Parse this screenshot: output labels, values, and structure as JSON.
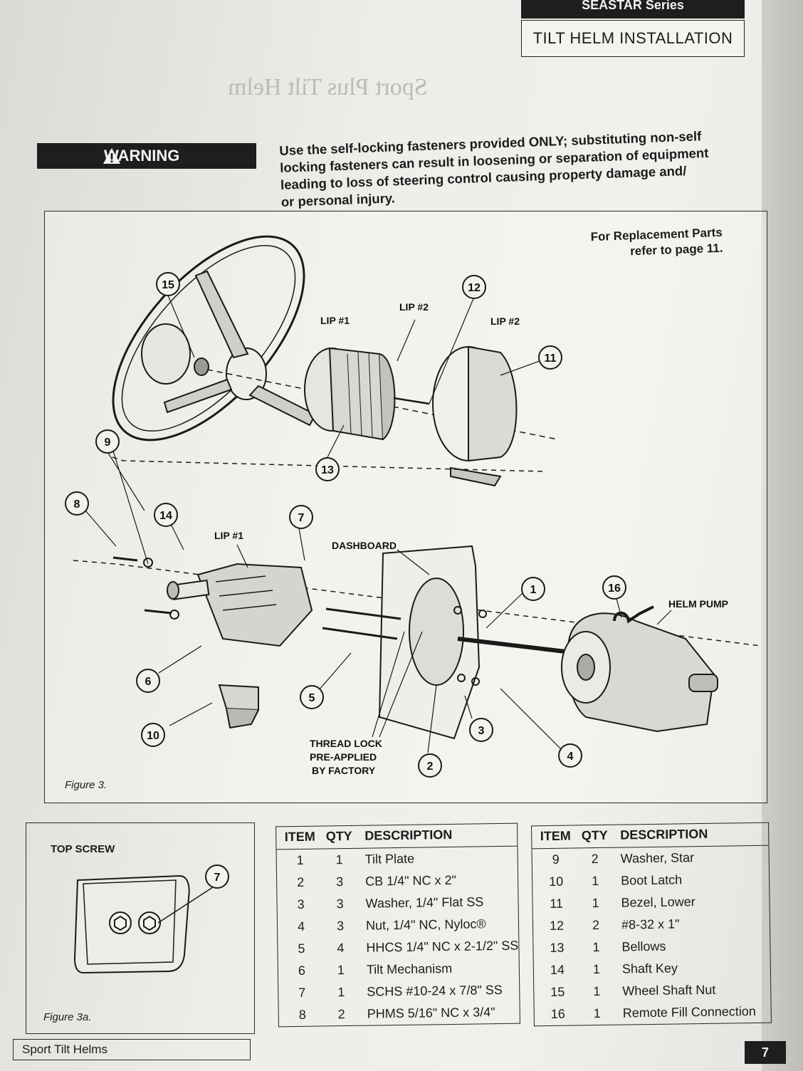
{
  "header": {
    "series": "SEASTAR Series",
    "title": "TILT HELM INSTALLATION"
  },
  "ghost_title": "Sport Plus Tilt Helm",
  "warning": {
    "label": "WARNING",
    "lines": [
      "Use the self-locking fasteners provided ONLY; substituting non-self",
      "locking fasteners can result in loosening or separation of equipment",
      "leading to loss of steering control causing property damage and/",
      "or personal injury."
    ]
  },
  "figure3": {
    "replacement_note": [
      "For Replacement Parts",
      "refer to page 11."
    ],
    "caption": "Figure 3.",
    "labels": {
      "lip1_top": "LIP #1",
      "lip2_top": "LIP #2",
      "lip2_bezel": "LIP #2",
      "lip1_mech": "LIP #1",
      "dashboard": "DASHBOARD",
      "helm_pump": "HELM PUMP",
      "thread_lock": [
        "THREAD LOCK",
        "PRE-APPLIED",
        "BY FACTORY"
      ]
    },
    "callouts": [
      "15",
      "12",
      "11",
      "13",
      "9",
      "8",
      "14",
      "7",
      "1",
      "16",
      "6",
      "5",
      "10",
      "3",
      "2",
      "4"
    ]
  },
  "figure3a": {
    "title": "TOP SCREW",
    "callout": "7",
    "caption": "Figure 3a."
  },
  "parts_table": {
    "headers": {
      "item": "ITEM",
      "qty": "QTY",
      "description": "DESCRIPTION"
    },
    "left": [
      {
        "item": "1",
        "qty": "1",
        "description": "Tilt Plate"
      },
      {
        "item": "2",
        "qty": "3",
        "description": "CB 1/4\" NC x 2\""
      },
      {
        "item": "3",
        "qty": "3",
        "description": "Washer, 1/4\" Flat SS"
      },
      {
        "item": "4",
        "qty": "3",
        "description": "Nut, 1/4\" NC, Nyloc®"
      },
      {
        "item": "5",
        "qty": "4",
        "description": "HHCS 1/4\" NC x 2-1/2\" SS"
      },
      {
        "item": "6",
        "qty": "1",
        "description": "Tilt Mechanism"
      },
      {
        "item": "7",
        "qty": "1",
        "description": "SCHS #10-24 x 7/8\" SS"
      },
      {
        "item": "8",
        "qty": "2",
        "description": "PHMS 5/16\" NC x 3/4\""
      }
    ],
    "right": [
      {
        "item": "9",
        "qty": "2",
        "description": "Washer, Star"
      },
      {
        "item": "10",
        "qty": "1",
        "description": "Boot Latch"
      },
      {
        "item": "11",
        "qty": "1",
        "description": "Bezel, Lower"
      },
      {
        "item": "12",
        "qty": "2",
        "description": "#8-32 x 1\""
      },
      {
        "item": "13",
        "qty": "1",
        "description": "Bellows"
      },
      {
        "item": "14",
        "qty": "1",
        "description": "Shaft Key"
      },
      {
        "item": "15",
        "qty": "1",
        "description": "Wheel Shaft Nut"
      },
      {
        "item": "16",
        "qty": "1",
        "description": "Remote Fill Connection"
      }
    ]
  },
  "footer": {
    "title": "Sport Tilt Helms",
    "page_number": "7"
  }
}
